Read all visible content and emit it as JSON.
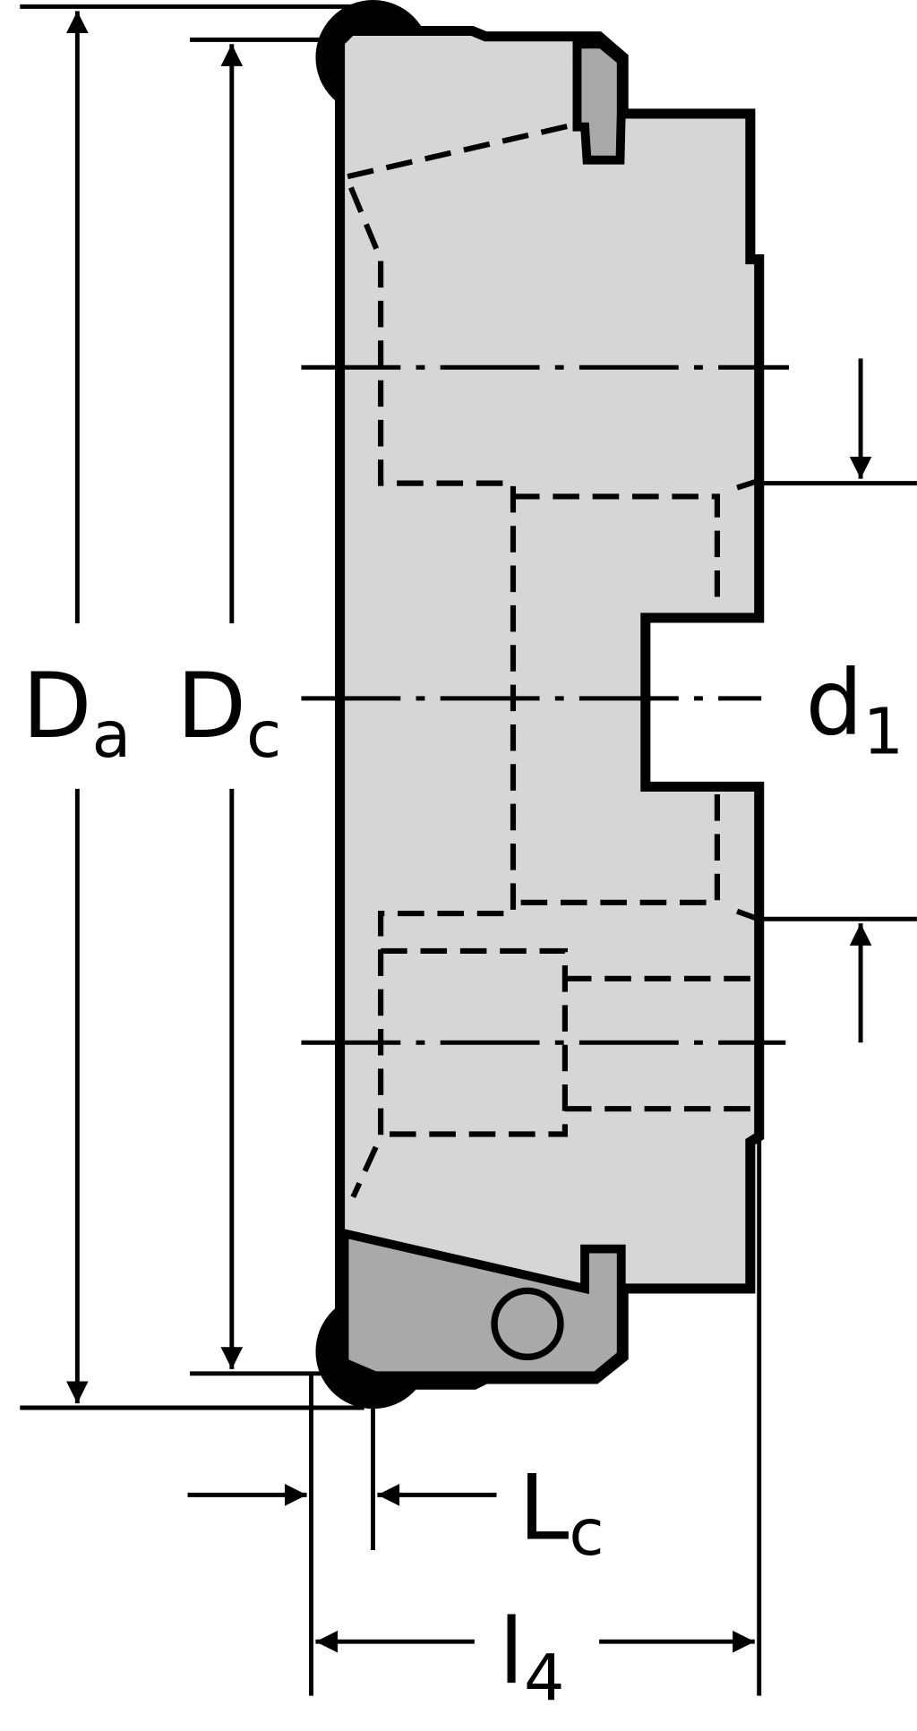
{
  "labels": {
    "da_main": "D",
    "da_sub": "a",
    "dc_main": "D",
    "dc_sub": "c",
    "d1_main": "d",
    "d1_sub": "1",
    "lc_main": "L",
    "lc_sub": "c",
    "l4_main": "l",
    "l4_sub": "4"
  },
  "colors": {
    "body": "#d6d6d6",
    "insert": "#a9a9a9",
    "line": "#000000"
  }
}
